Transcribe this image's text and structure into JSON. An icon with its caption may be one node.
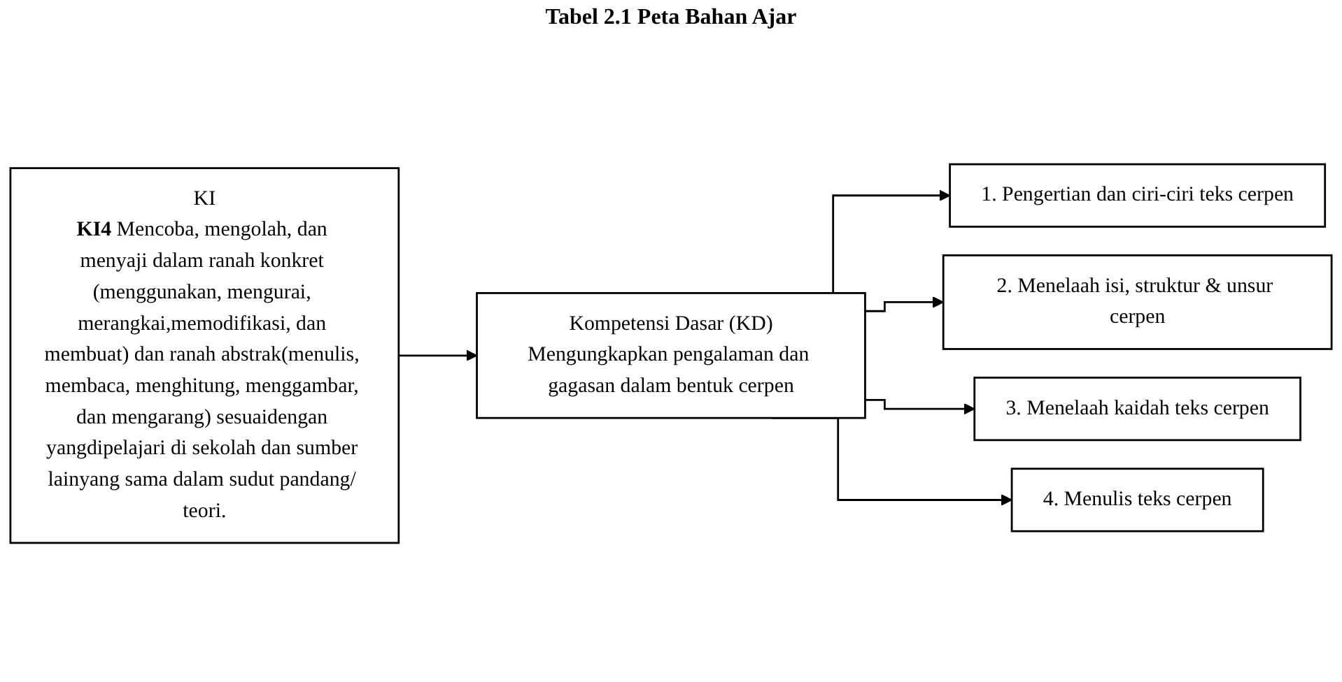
{
  "diagram": {
    "title": "Tabel 2.1 Peta Bahan Ajar",
    "nodes": [
      {
        "text": [
          "KI",
          "**KI4** Mencoba, mengolah, dan menyaji dalam ranah konkret (menggunakan, mengurai, merangkai,memodifikasi, dan membuat) dan ranah abstrak(menulis, membaca, menghitung, menggambar, dan mengarang) sesuaidengan yangdipelajari di sekolah dan sumber lainyang sama dalam sudut pandang/ teori."
        ]
      },
      {
        "text": [
          "Kompetensi Dasar (KD)",
          "Mengungkapkan pengalaman dan gagasan dalam bentuk cerpen"
        ]
      },
      {
        "text": [
          "1. Pengertian dan ciri-ciri teks cerpen"
        ]
      },
      {
        "text": [
          "2. Menelaah isi, struktur & unsur cerpen"
        ]
      },
      {
        "text": [
          "3. Menelaah kaidah teks cerpen"
        ]
      },
      {
        "text": [
          "4. Menulis teks cerpen"
        ]
      }
    ],
    "edges": [
      {
        "from": 0,
        "to": 1,
        "arrow": "to"
      },
      {
        "from": 1,
        "to": 2,
        "arrow": "to"
      },
      {
        "from": 1,
        "to": 3,
        "arrow": "to"
      },
      {
        "from": 1,
        "to": 4,
        "arrow": "to"
      },
      {
        "from": 1,
        "to": 5,
        "arrow": "to"
      }
    ]
  }
}
